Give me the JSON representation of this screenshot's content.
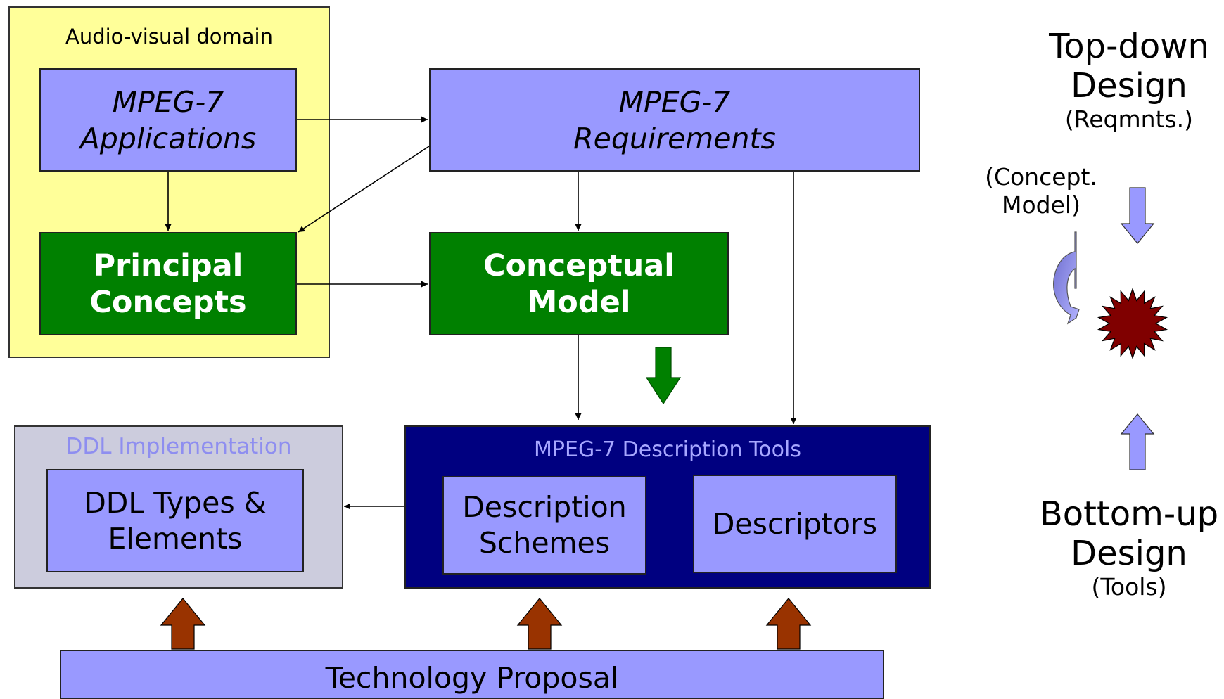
{
  "domain_box": {
    "title": "Audio-visual domain"
  },
  "applications": {
    "line1": "MPEG-7",
    "line2": "Applications"
  },
  "requirements": {
    "line1": "MPEG-7",
    "line2": "Requirements"
  },
  "principal": {
    "line1": "Principal",
    "line2": "Concepts"
  },
  "conceptual": {
    "line1": "Conceptual",
    "line2": "Model"
  },
  "ddl": {
    "title": "DDL Implementation",
    "inner_line1": "DDL Types &",
    "inner_line2": "Elements"
  },
  "tools": {
    "title": "MPEG-7 Description Tools",
    "ds_line1": "Description",
    "ds_line2": "Schemes",
    "descriptors": "Descriptors"
  },
  "technology": {
    "label": "Technology Proposal"
  },
  "side": {
    "topdown_line1": "Top-down",
    "topdown_line2": "Design",
    "topdown_sub": "(Reqmnts.)",
    "concept_line1": "(Concept.",
    "concept_line2": "Model)",
    "bottomup_line1": "Bottom-up",
    "bottomup_line2": "Design",
    "bottomup_sub": "(Tools)"
  },
  "colors": {
    "domain_bg": "#ffff99",
    "light_blue": "#9999ff",
    "green": "#008000",
    "navy": "#000080",
    "ddl_bg": "#ccccdd",
    "brown_arrow": "#993300",
    "star": "#800000"
  }
}
